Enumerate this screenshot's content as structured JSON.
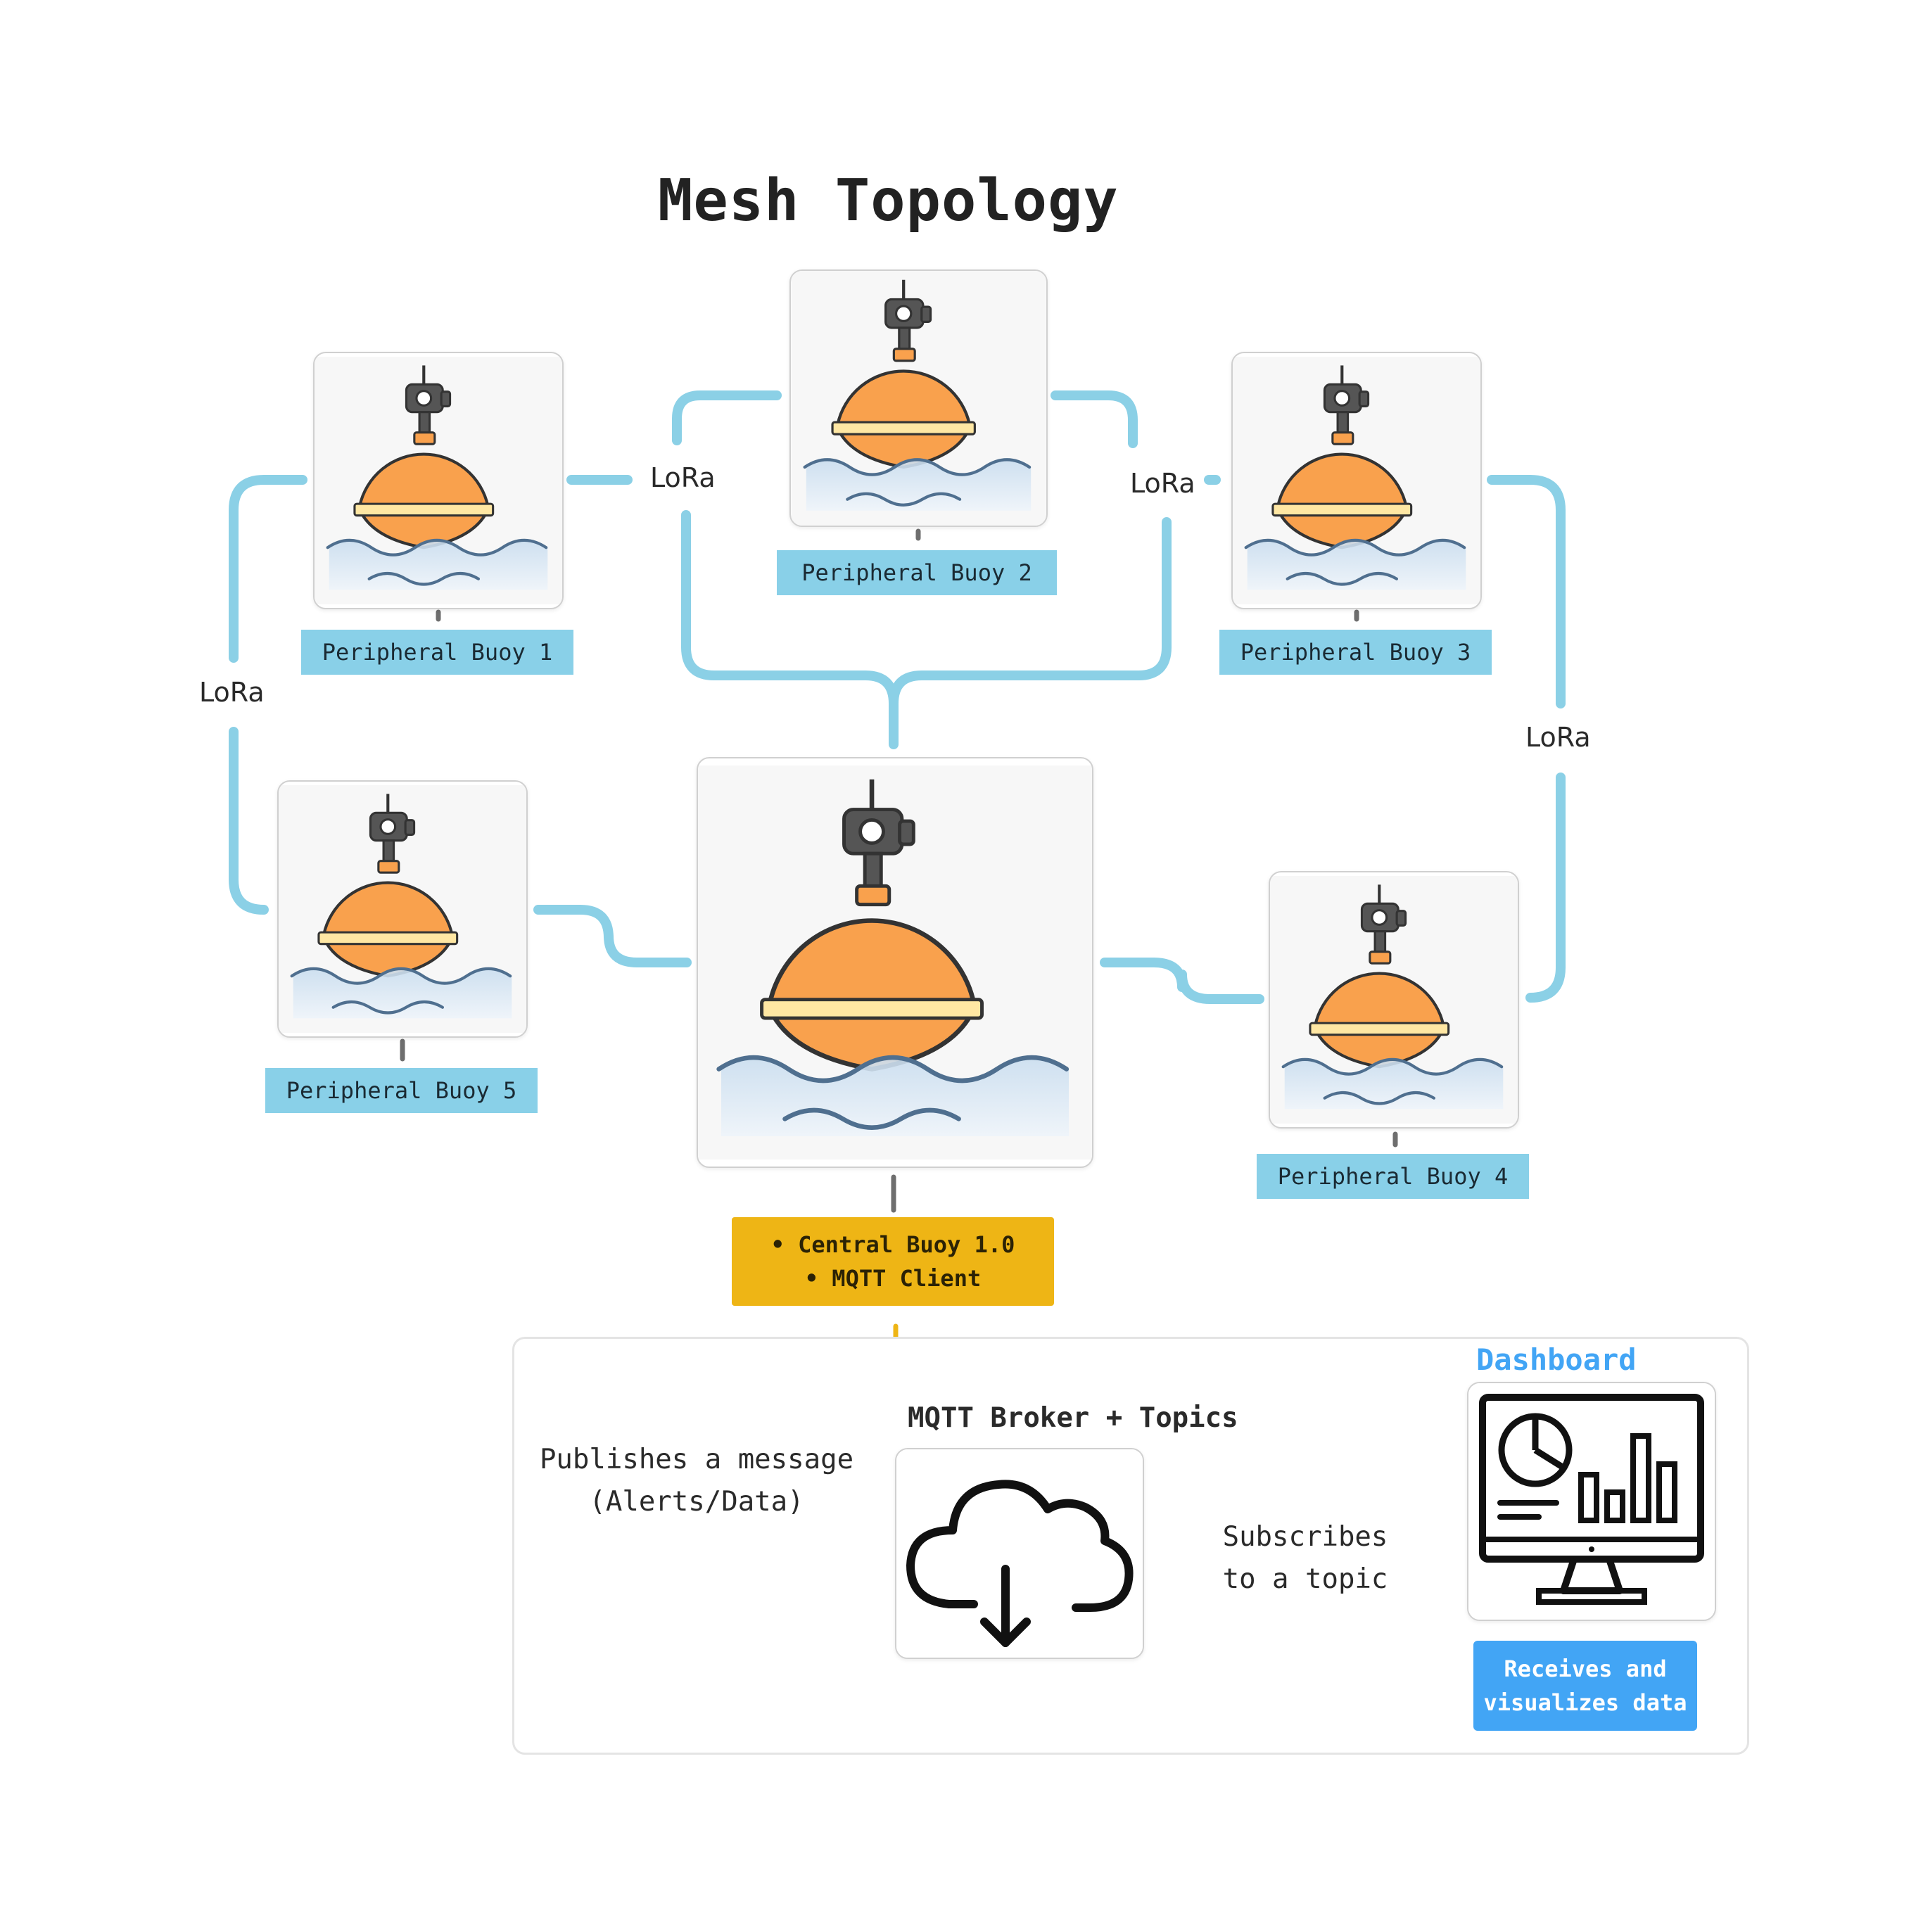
{
  "title": "Mesh Topology",
  "link_label": "LoRa",
  "peripherals": [
    {
      "label": "Peripheral Buoy 1"
    },
    {
      "label": "Peripheral Buoy 2"
    },
    {
      "label": "Peripheral Buoy 3"
    },
    {
      "label": "Peripheral Buoy 4"
    },
    {
      "label": "Peripheral Buoy 5"
    }
  ],
  "central": {
    "line1": "• Central Buoy 1.0",
    "line2": "• MQTT Client"
  },
  "broker": {
    "title": "MQTT Broker + Topics",
    "icon": "cloud-download-icon"
  },
  "publish": {
    "line1": "Publishes a message",
    "line2": "(Alerts/Data)"
  },
  "subscribe": {
    "line1": "Subscribes",
    "line2": "to a topic"
  },
  "dashboard": {
    "title": "Dashboard",
    "icon": "monitor-chart-icon",
    "caption_line1": "Receives and",
    "caption_line2": "visualizes data"
  },
  "colors": {
    "lora_link": "#8bd0e6",
    "label_bg": "#89d0e8",
    "central_label_bg": "#eeb515",
    "publish_arrow": "#eeb515",
    "subscribe_arrow": "#1976d2",
    "dashboard_accent": "#42a5f5",
    "buoy_body": "#f9a14d"
  }
}
